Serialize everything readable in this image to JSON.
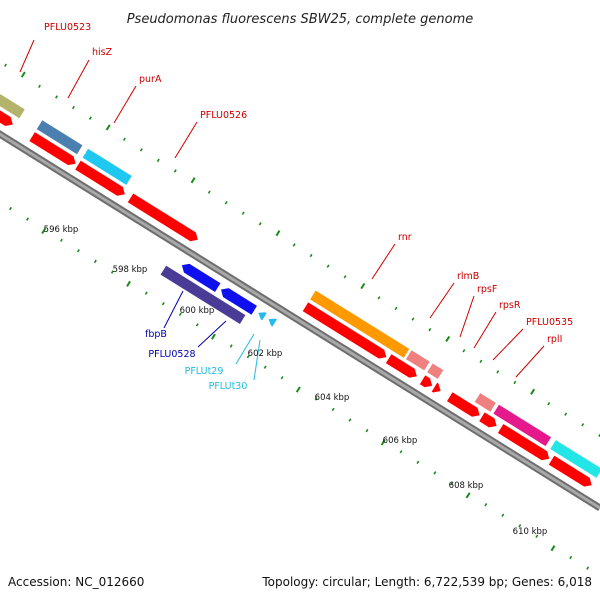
{
  "title": "Pseudomonas fluorescens SBW25, complete genome",
  "footer": {
    "accession": "Accession: NC_012660",
    "info": "Topology: circular; Length: 6,722,539 bp; Genes: 6,018"
  },
  "colors": {
    "backbone": "#909090",
    "tick": "#1a8a1a",
    "cds": "#ff0000",
    "gene_label_outer": "#cc0000",
    "gene_label_inner_blue": "#0000aa",
    "gene_label_inner_cyan": "#22bbdd",
    "blue_gene": "#1010ee",
    "purple_gene": "#4a3c96",
    "cyan_trna": "#22bbee",
    "olive_gene": "#b3b36b",
    "steelblue_gene": "#4a7fb0",
    "lightblue_gene": "#1ec8f0",
    "orange_gene": "#ff9900",
    "salmon_gene": "#f08080",
    "magenta_gene": "#e6198c",
    "cyan_gene": "#22e6e6"
  },
  "kbp_labels": [
    "596 kbp",
    "598 kbp",
    "600 kbp",
    "602 kbp",
    "604 kbp",
    "606 kbp",
    "608 kbp",
    "610 kbp"
  ],
  "outer_genes": [
    "PFLU0523",
    "hisZ",
    "purA",
    "PFLU0526",
    "rnr",
    "rlmB",
    "rpsF",
    "rpsR",
    "PFLU0535",
    "rplI"
  ],
  "inner_genes": [
    "fbpB",
    "PFLU0528",
    "PFLUt29",
    "PFLUt30"
  ]
}
